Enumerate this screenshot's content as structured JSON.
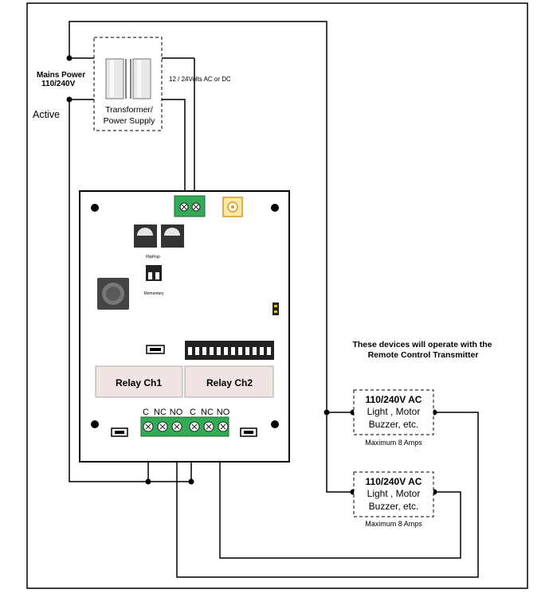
{
  "labels": {
    "mains_power_line1": "Mains Power",
    "mains_power_line2": "110/240V",
    "active": "Active",
    "transformer_line1": "Transformer/",
    "transformer_line2": "Power Supply",
    "supply_voltage": "12 / 24Volts AC or DC",
    "flipflop": "FlipFlop",
    "momentary": "Momentary",
    "relay_ch1": "Relay  Ch1",
    "relay_ch2": "Relay  Ch2",
    "terminal_labels": [
      "C",
      "NC",
      "NO",
      "C",
      "NC",
      "NO"
    ],
    "devices_note_line1": "These  devices  will operate with  the",
    "devices_note_line2": "Remote Control Transmitter"
  },
  "devices": [
    {
      "line1": "110/240V AC",
      "line2": "Light , Motor",
      "line3": "Buzzer, etc.",
      "rating": "Maximum 8 Amps"
    },
    {
      "line1": "110/240V AC",
      "line2": "Light , Motor",
      "line3": "Buzzer, etc.",
      "rating": "Maximum 8 Amps"
    }
  ],
  "colors": {
    "terminal_green": "#33aa55",
    "relay_fill": "#efe4e2",
    "board_fill": "#ffffff",
    "antenna_fill": "#ffe9a8",
    "antenna_ring": "#d49a1a"
  }
}
